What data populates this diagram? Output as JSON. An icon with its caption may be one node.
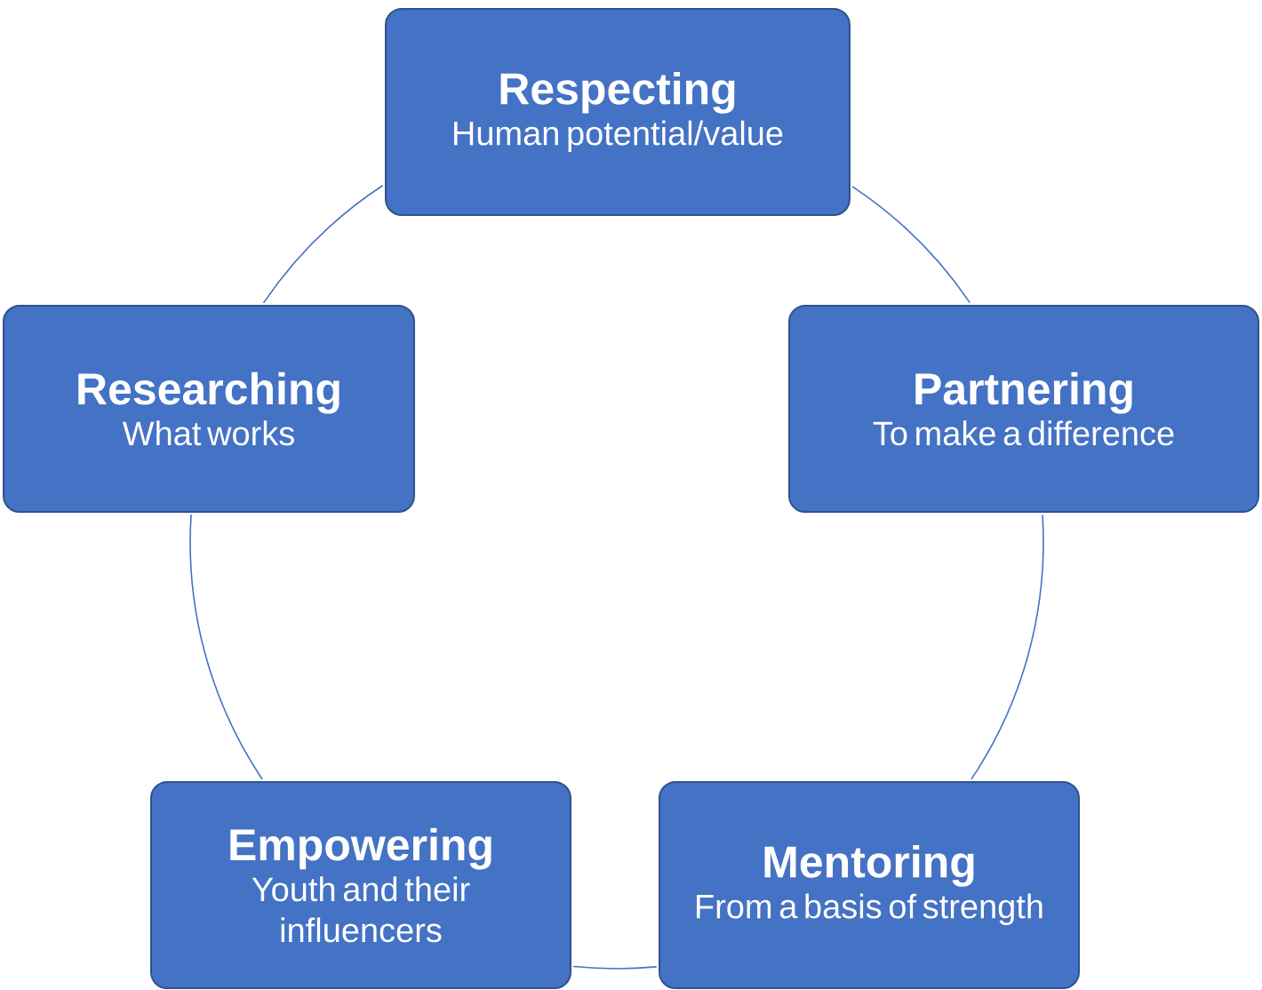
{
  "diagram": {
    "nodes": [
      {
        "text": [
          "Respecting",
          "Human potential/value"
        ]
      },
      {
        "text": [
          "Partnering",
          "To make a difference"
        ]
      },
      {
        "text": [
          "Mentoring",
          "From a basis of strength"
        ]
      },
      {
        "text": [
          "Empowering",
          "Youth and their influencers"
        ]
      },
      {
        "text": [
          "Researching",
          "What works"
        ]
      }
    ],
    "edges": [
      {
        "from": 0,
        "to": 1,
        "arrow": "none"
      },
      {
        "from": 1,
        "to": 2,
        "arrow": "none"
      },
      {
        "from": 2,
        "to": 3,
        "arrow": "none"
      },
      {
        "from": 3,
        "to": 4,
        "arrow": "none"
      },
      {
        "from": 4,
        "to": 0,
        "arrow": "none"
      }
    ]
  }
}
